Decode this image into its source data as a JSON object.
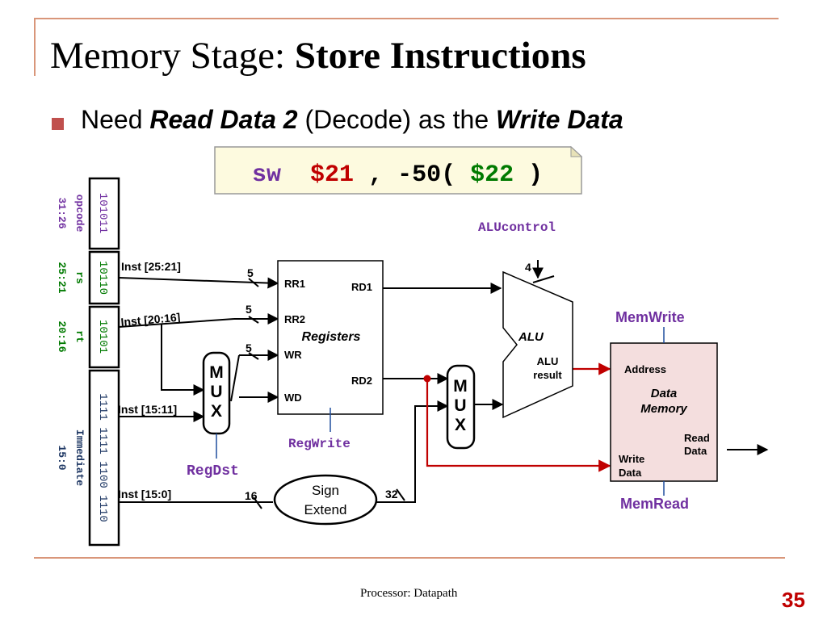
{
  "slide": {
    "title_regular": "Memory Stage: ",
    "title_bold": "Store Instructions",
    "bullet": {
      "prefix": "Need ",
      "em1": "Read Data 2",
      "middle": " (Decode) as the ",
      "em2": "Write Data"
    },
    "footer": "Processor: Datapath",
    "page_number": "35"
  },
  "instruction": {
    "op": "sw",
    "rt": "$21",
    "sep": ", -50(",
    "rs": "$22",
    "close": ")"
  },
  "instr_fields": [
    {
      "bits": "101011",
      "name": "opcode",
      "range": "31:26"
    },
    {
      "bits": "10110",
      "name": "rs",
      "range": "25:21"
    },
    {
      "bits": "10101",
      "name": "rt",
      "range": "20:16"
    },
    {
      "bits": "1111 1111 1100 1110",
      "name": "Immediate",
      "range": "15:0"
    }
  ],
  "wires": {
    "inst_25_21": "Inst [25:21]",
    "inst_20_16": "Inst [20:16]",
    "inst_15_11": "Inst [15:11]",
    "inst_15_0": "Inst [15:0]",
    "w5a": "5",
    "w5b": "5",
    "w5c": "5",
    "w16": "16",
    "w32": "32",
    "w4": "4"
  },
  "registers": {
    "rr1": "RR1",
    "rr2": "RR2",
    "wr": "WR",
    "wd": "WD",
    "rd1": "RD1",
    "rd2": "RD2",
    "label": "Registers"
  },
  "mux_label": [
    "M",
    "U",
    "X"
  ],
  "signals": {
    "regdst": "RegDst",
    "regwrite": "RegWrite",
    "alucontrol": "ALUcontrol",
    "memwrite": "MemWrite",
    "memread": "MemRead"
  },
  "sign_extend": [
    "Sign",
    "Extend"
  ],
  "alu": {
    "label": "ALU",
    "result": [
      "ALU",
      "result"
    ]
  },
  "memory": {
    "address": "Address",
    "label": [
      "Data",
      "Memory"
    ],
    "read_data": [
      "Read",
      "Data"
    ],
    "write_data": [
      "Write",
      "Data"
    ]
  },
  "colors": {
    "accent": "#d9967a",
    "bullet": "#c0504d",
    "opcode": "#7030a0",
    "rs_rt": "#007a00",
    "imm": "#1f3864",
    "signal": "#7030a0",
    "highlight": "#c00000",
    "page_number": "#c00000",
    "memory_fill": "#f4dede",
    "instr_box_fill": "#fdfadf"
  }
}
